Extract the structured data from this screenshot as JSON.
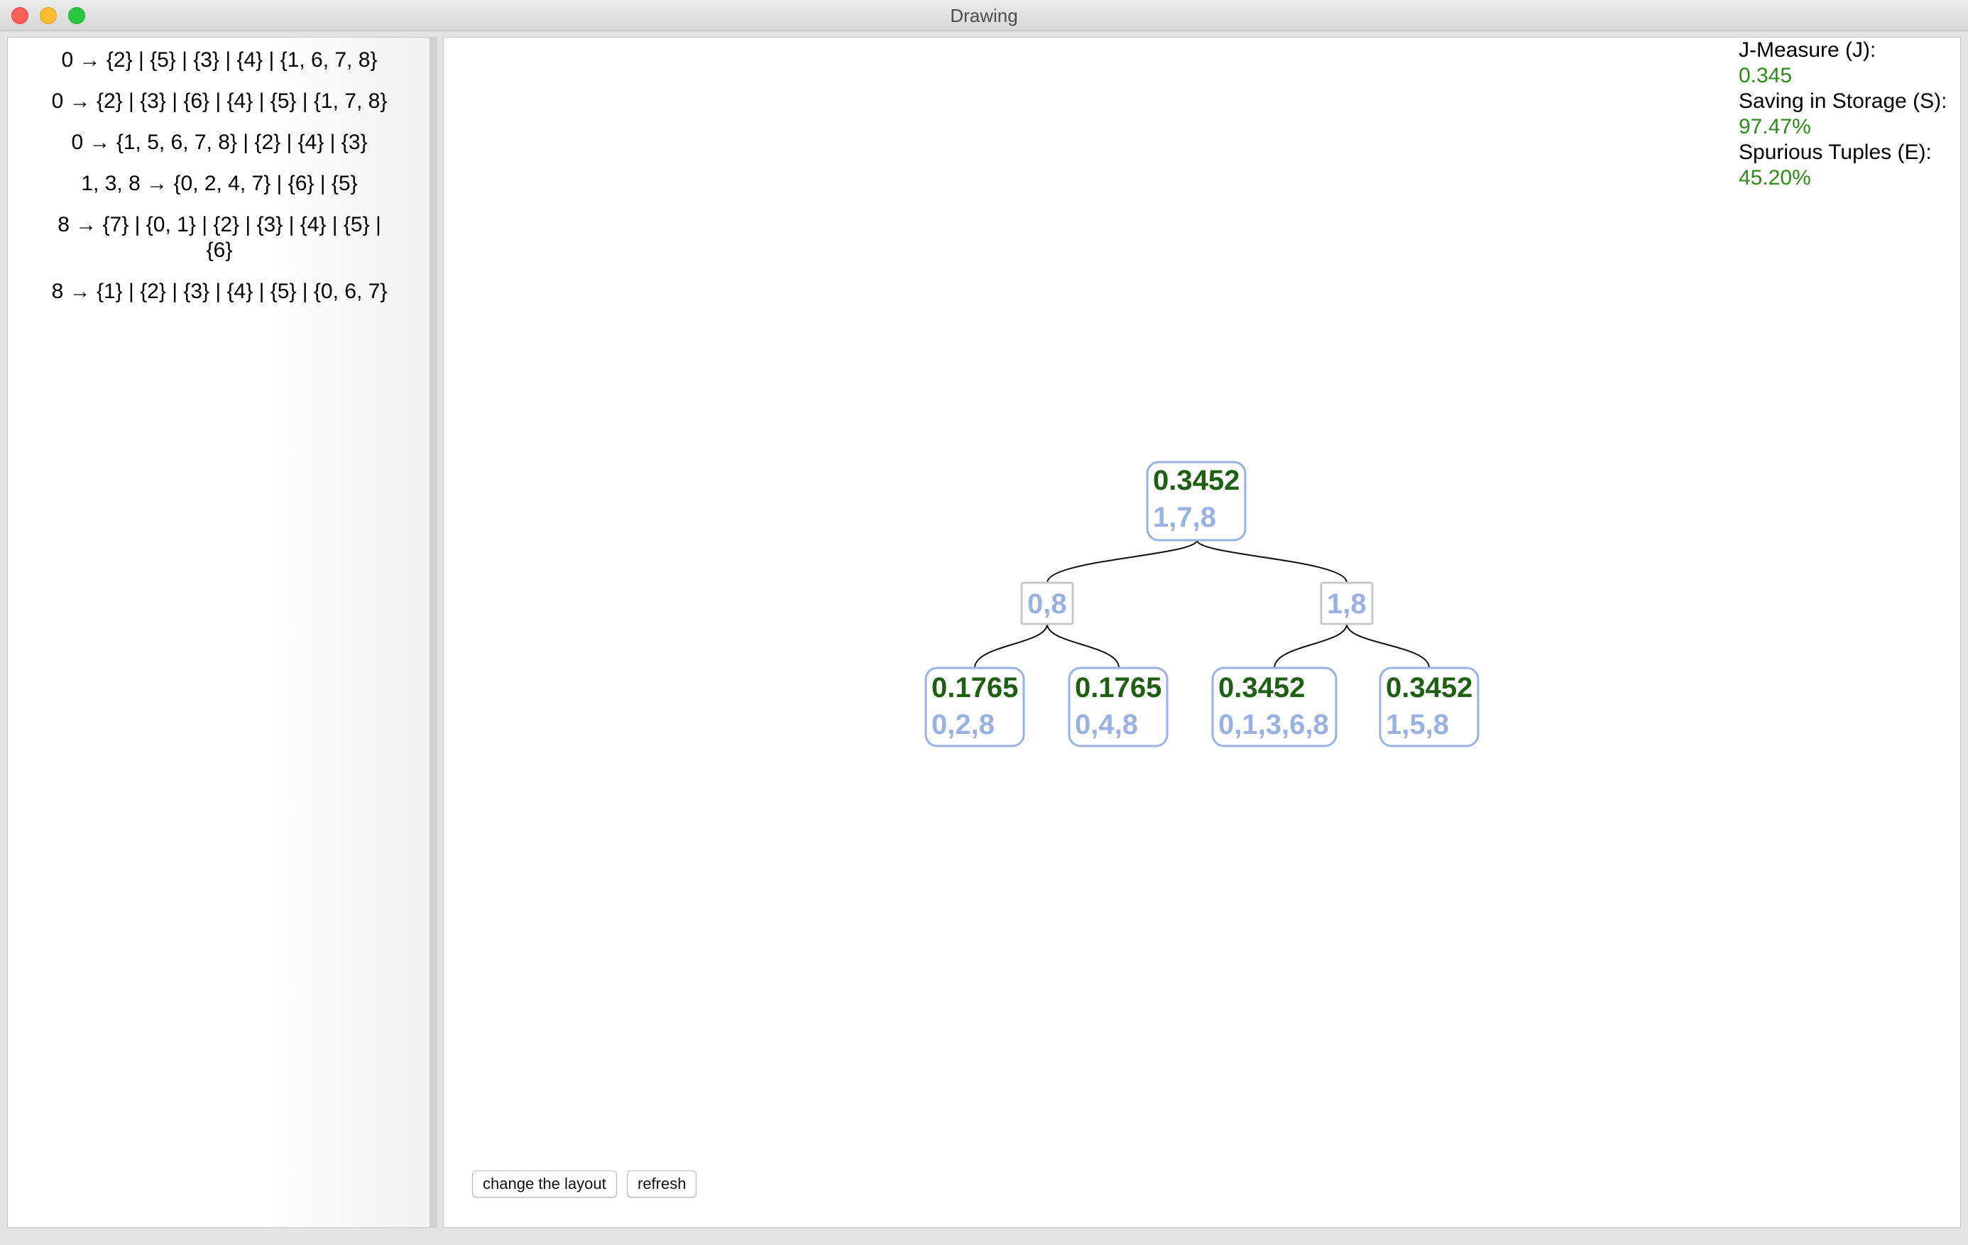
{
  "window": {
    "title": "Drawing"
  },
  "rules": [
    "0 → {2} | {5} | {3} | {4} | {1, 6, 7, 8}",
    "0 → {2} | {3} | {6} | {4} | {5} | {1, 7, 8}",
    "0 → {1, 5, 6, 7, 8} | {2} | {4} | {3}",
    "1, 3, 8 → {0, 2, 4, 7} | {6} | {5}",
    "8 → {7} | {0, 1} | {2} | {3} | {4} | {5} | {6}",
    "8 → {1} | {2} | {3} | {4} | {5} | {0, 6, 7}"
  ],
  "metrics": {
    "j_label": "J-Measure (J):",
    "j_value": "0.345",
    "s_label": "Saving in Storage (S):",
    "s_value": "97.47%",
    "e_label": "Spurious Tuples (E):",
    "e_value": "45.20%"
  },
  "tree": {
    "root": {
      "score": "0.3452",
      "attrs": "1,7,8"
    },
    "separators": [
      {
        "attrs": "0,8"
      },
      {
        "attrs": "1,8"
      }
    ],
    "leaves": [
      {
        "score": "0.1765",
        "attrs": "0,2,8"
      },
      {
        "score": "0.1765",
        "attrs": "0,4,8"
      },
      {
        "score": "0.3452",
        "attrs": "0,1,3,6,8"
      },
      {
        "score": "0.3452",
        "attrs": "1,5,8"
      }
    ]
  },
  "buttons": {
    "change_layout": "change the layout",
    "refresh": "refresh"
  },
  "colors": {
    "score_green": "#1f5f12",
    "attrs_blue": "#9ab1e3",
    "metric_green": "#2e8b1a",
    "node_border": "#9ab1e3",
    "separator_border": "#c8c8c8"
  }
}
